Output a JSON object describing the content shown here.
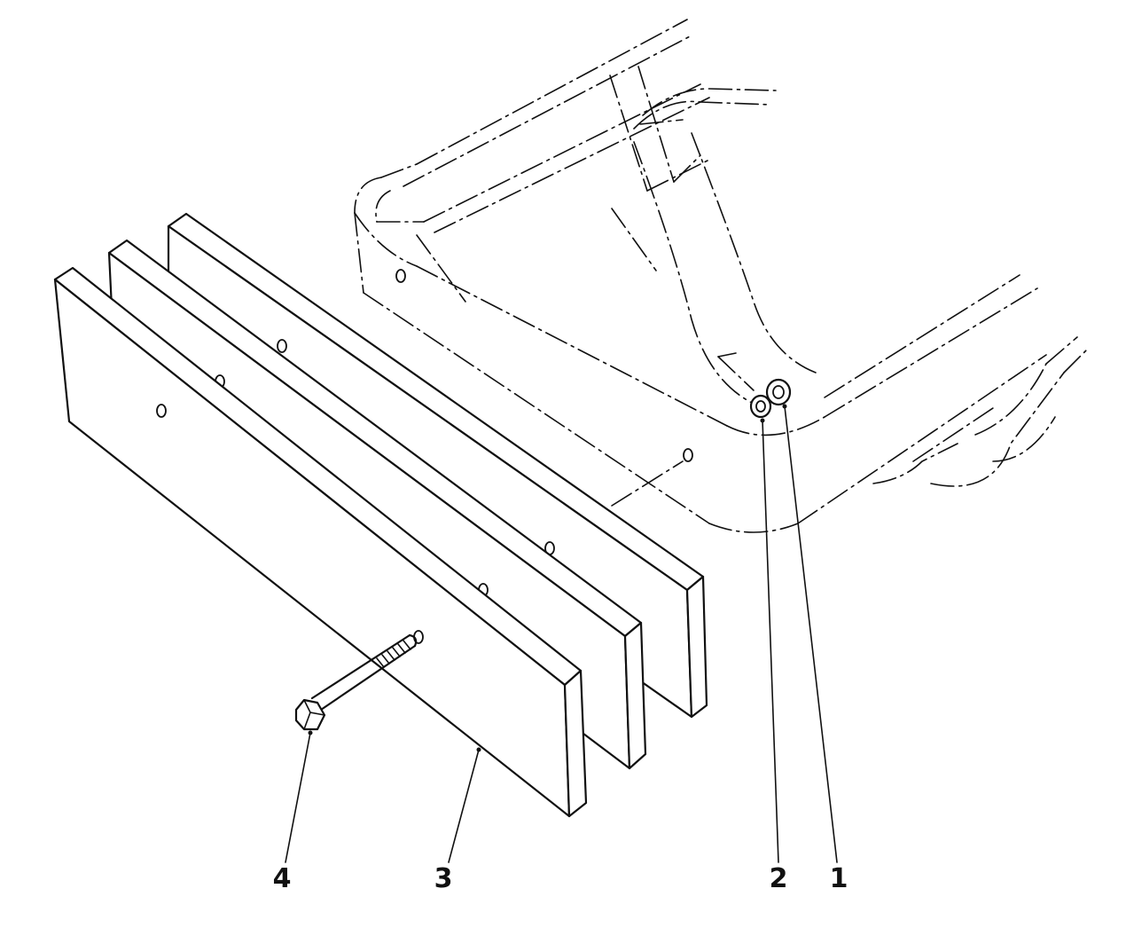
{
  "diagram": {
    "description_free": true,
    "callouts": [
      {
        "id": "callout-1",
        "label": "1",
        "part": "nut"
      },
      {
        "id": "callout-2",
        "label": "2",
        "part": "washer"
      },
      {
        "id": "callout-3",
        "label": "3",
        "part": "wood-spacer-block"
      },
      {
        "id": "callout-4",
        "label": "4",
        "part": "bolt"
      }
    ],
    "colors": {
      "ink": "#111111",
      "paper": "#ffffff"
    }
  }
}
